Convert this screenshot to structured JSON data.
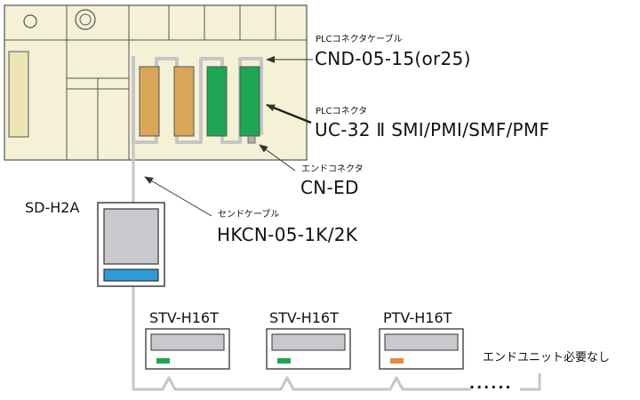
{
  "labels": {
    "plc_cable_caption": "PLCコネクタケーブル",
    "plc_cable_model": "CND-05-15(or25)",
    "plc_connector_caption": "PLCコネクタ",
    "plc_connector_model": "UC-32 Ⅱ SMI/PMI/SMF/PMF",
    "end_connector_caption": "エンドコネクタ",
    "end_connector_model": "CN-ED",
    "send_unit_model": "SD-H2A",
    "send_cable_caption": "センドケーブル",
    "send_cable_model": "HKCN-05-1K/2K",
    "unit_1": "STV-H16T",
    "unit_2": "STV-H16T",
    "unit_3": "PTV-H16T",
    "no_end_unit_note": "エンドユニット必要なし",
    "continuation_dots": "......"
  },
  "colors": {
    "plc_body": "#f5f1d6",
    "connector_orange": "#d9a657",
    "connector_green": "#1ea653",
    "cable_gray": "#c4c6c8",
    "send_unit_gray": "#c7c9cc",
    "send_unit_blue": "#2f9bd8",
    "led_green": "#1ea653",
    "led_orange": "#e8893a"
  }
}
